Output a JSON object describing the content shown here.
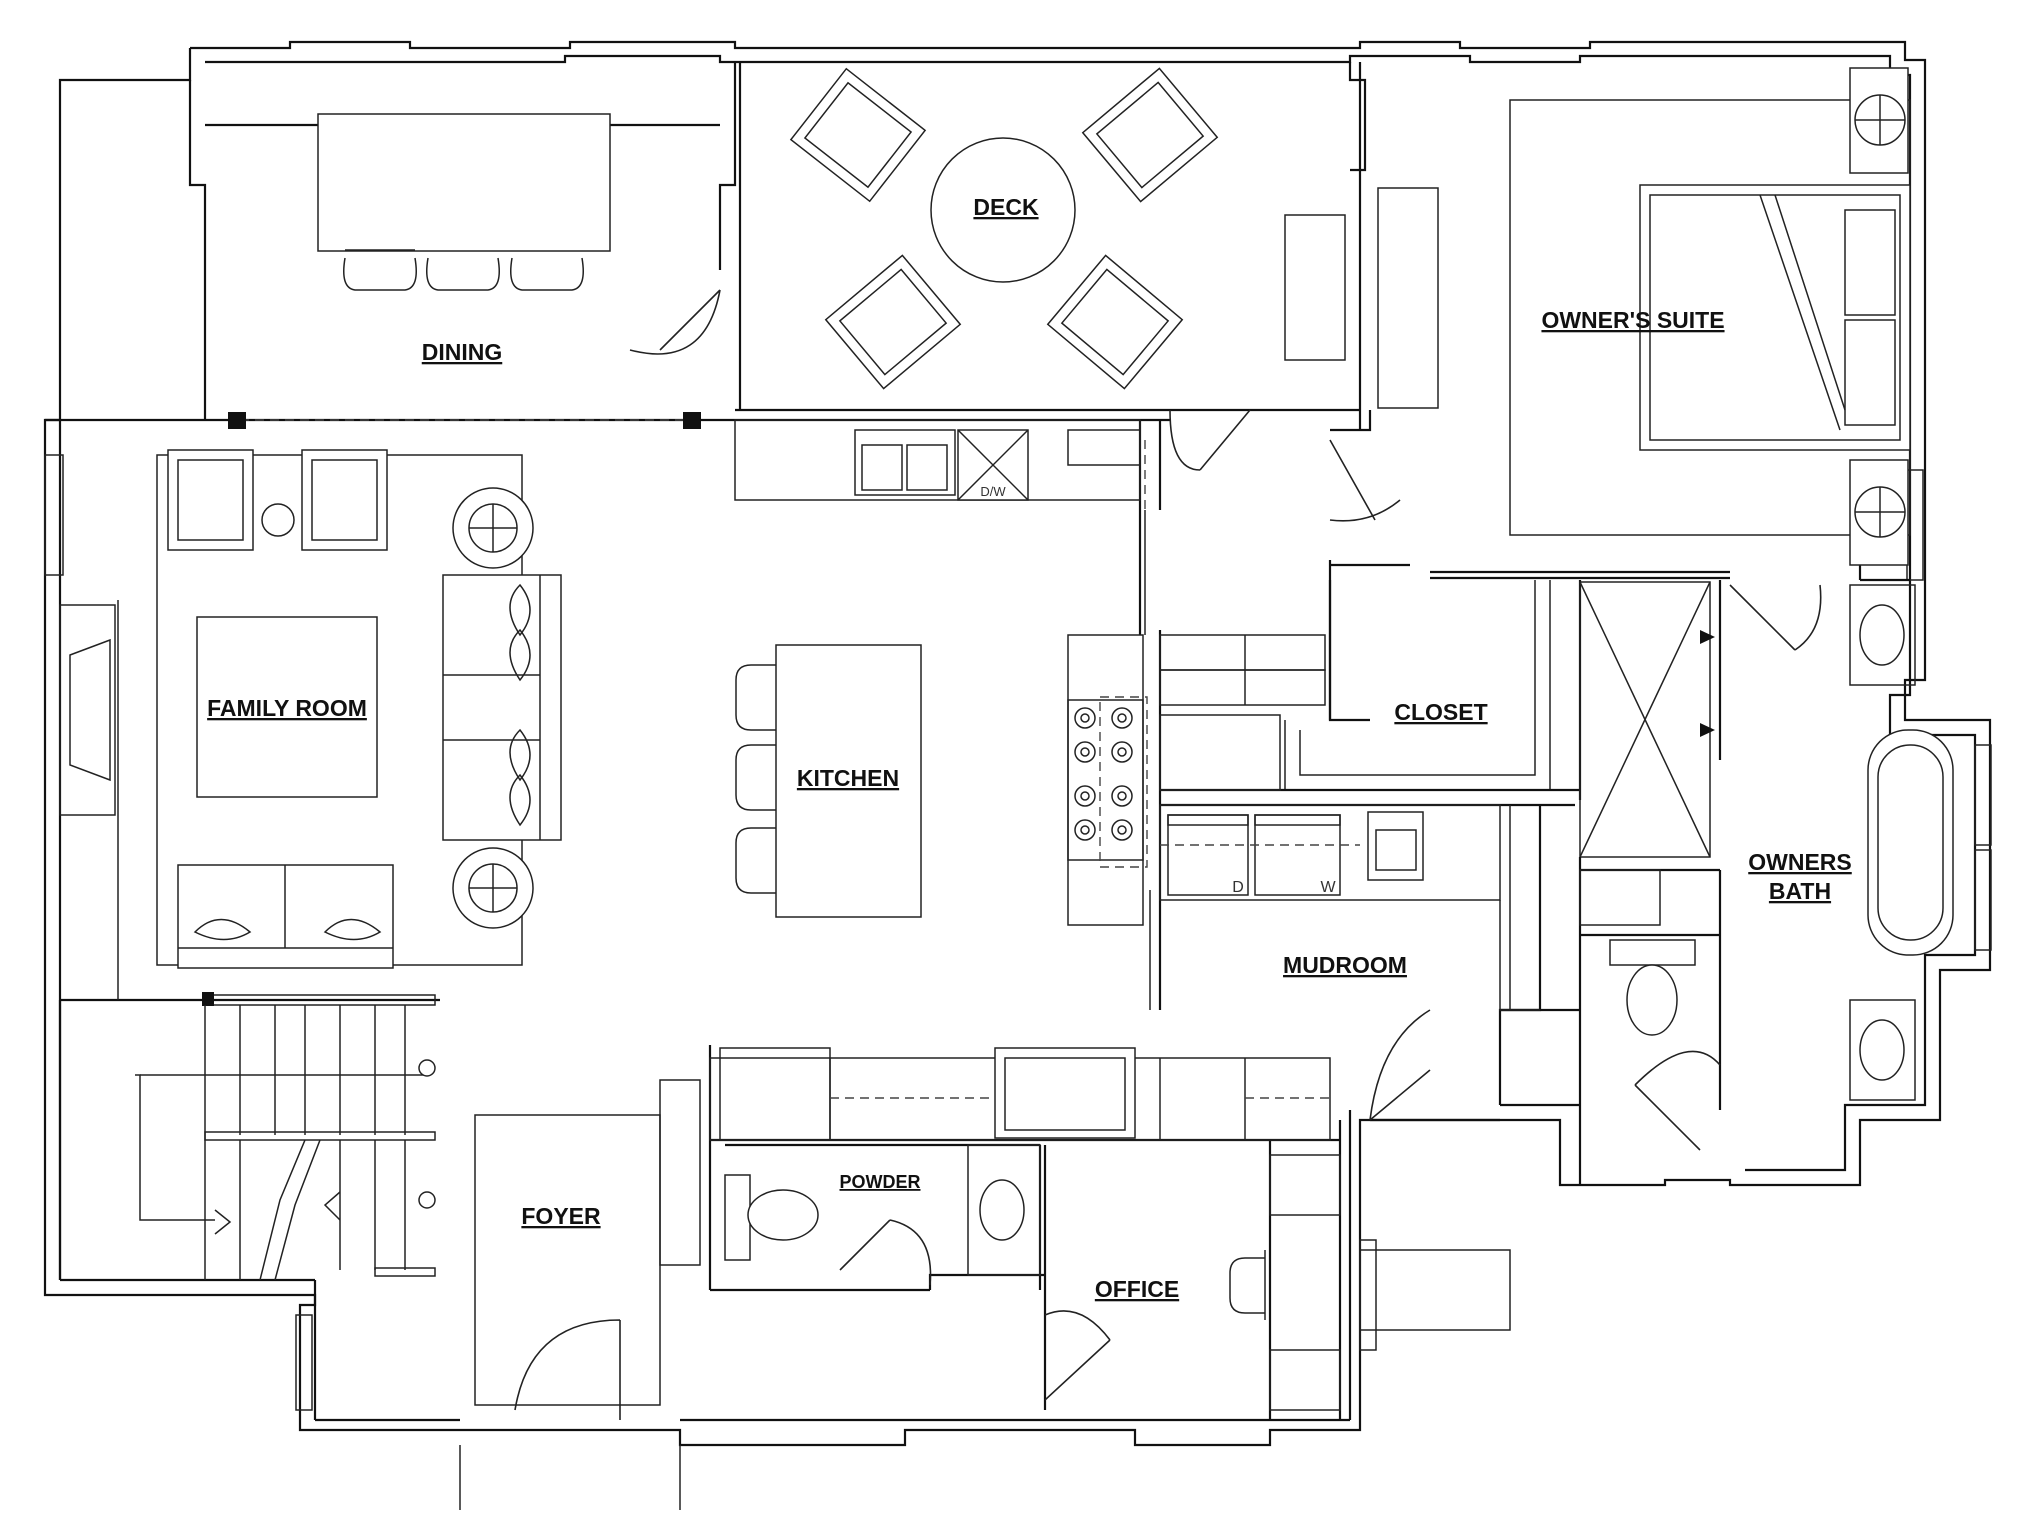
{
  "rooms": {
    "dining": "DINING",
    "deck": "DECK",
    "owners_suite": "OWNER'S SUITE",
    "family_room": "FAMILY ROOM",
    "kitchen": "KITCHEN",
    "closet": "CLOSET",
    "owners_bath_line1": "OWNERS",
    "owners_bath_line2": "BATH",
    "mudroom": "MUDROOM",
    "powder": "POWDER",
    "foyer": "FOYER",
    "office": "OFFICE"
  },
  "fixture_labels": {
    "dishwasher": "D/W",
    "dryer": "D",
    "washer": "W"
  }
}
